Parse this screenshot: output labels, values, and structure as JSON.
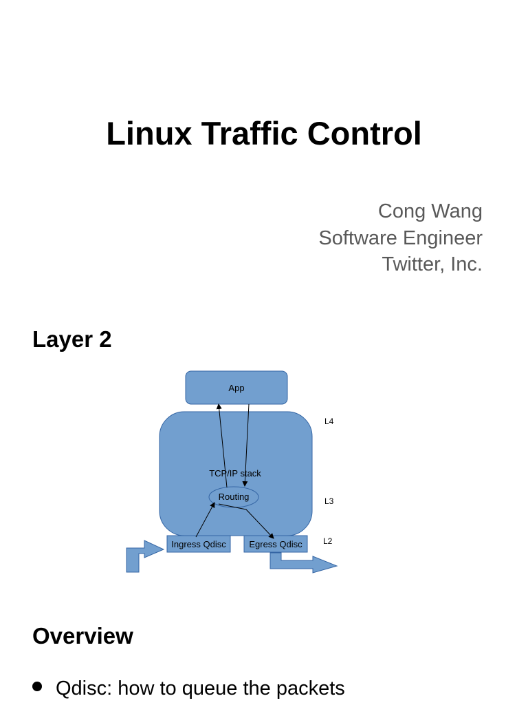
{
  "slide1": {
    "title": "Linux Traffic Control",
    "author_lines": [
      "Cong Wang",
      "Software Engineer",
      "Twitter, Inc."
    ]
  },
  "slide2": {
    "heading": "Layer 2",
    "diagram": {
      "app_label": "App",
      "stack_label": "TCP/IP stack",
      "routing_label": "Routing",
      "ingress_label": "Ingress Qdisc",
      "egress_label": "Egress Qdisc",
      "layer_labels": [
        "L4",
        "L3",
        "L2"
      ],
      "colors": {
        "box_fill": "#729fcf",
        "box_stroke": "#3465a4"
      }
    }
  },
  "slide3": {
    "heading": "Overview",
    "bullets": [
      "Qdisc: how to queue the packets"
    ]
  }
}
